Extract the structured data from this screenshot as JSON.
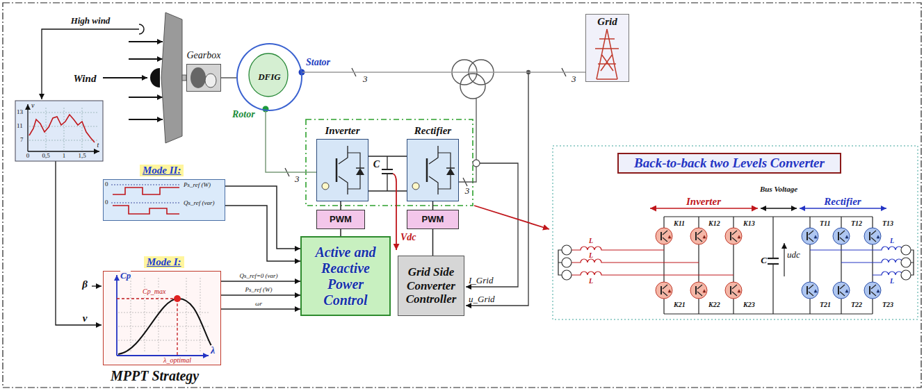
{
  "diagram": {
    "nodes": [
      {
        "text": [
          "Gearbox"
        ]
      },
      {
        "text": [
          "DFIG"
        ]
      },
      {
        "text": [
          "Grid"
        ]
      },
      {
        "text": [
          "Inverter"
        ]
      },
      {
        "text": [
          "Rectifier"
        ]
      },
      {
        "text": [
          "PWM"
        ]
      },
      {
        "text": [
          "PWM"
        ]
      },
      {
        "text": [
          "Active and Reactive Power Control"
        ]
      },
      {
        "text": [
          "Grid Side Converter Controller"
        ]
      },
      {
        "text": [
          "Mode II:"
        ]
      },
      {
        "text": [
          "Mode I:",
          "MPPT Strategy"
        ]
      },
      {
        "text": [
          "Back-to-back two Levels Converter"
        ]
      }
    ],
    "edges": [
      {
        "from": 0,
        "to": 1,
        "arrow": "none"
      },
      {
        "from": 1,
        "to": 2,
        "arrow": "none"
      },
      {
        "from": 1,
        "to": 3,
        "arrow": "none"
      },
      {
        "from": 5,
        "to": 3,
        "arrow": "none"
      },
      {
        "from": 6,
        "to": 4,
        "arrow": "none"
      },
      {
        "from": 7,
        "to": 5,
        "arrow": "none"
      },
      {
        "from": 8,
        "to": 6,
        "arrow": "none"
      },
      {
        "from": 9,
        "to": 7,
        "arrow": "to"
      },
      {
        "from": 9,
        "to": 7,
        "arrow": "to"
      },
      {
        "from": 10,
        "to": 7,
        "arrow": "to",
        "label": "Qs_ref=0 (var)"
      },
      {
        "from": 10,
        "to": 7,
        "arrow": "to",
        "label": "Ps_ref (W)"
      },
      {
        "from": 10,
        "to": 7,
        "arrow": "to",
        "label": "ωr"
      }
    ],
    "labels": [
      "High wind",
      "Wind",
      "v",
      "13",
      "11",
      "7",
      "0",
      "0,5",
      "1",
      "1,5",
      "t",
      "Stator",
      "Rotor",
      "3",
      "3",
      "3",
      "3",
      "C",
      "Vdc",
      "I_Grid",
      "u_Grid",
      "0",
      "Ps_ref (W)",
      "0",
      "Qs_ref (var)",
      "β",
      "v",
      "Cp",
      "Cp_max",
      "λ",
      "λ_optimal",
      "Inverter",
      "Bus Voltage",
      "Rectifier",
      "K11",
      "K12",
      "K13",
      "K21",
      "K22",
      "K23",
      "T11",
      "T12",
      "T13",
      "T21",
      "T22",
      "T23",
      "C",
      "udc",
      "L",
      "L",
      "L",
      "L",
      "L"
    ]
  }
}
